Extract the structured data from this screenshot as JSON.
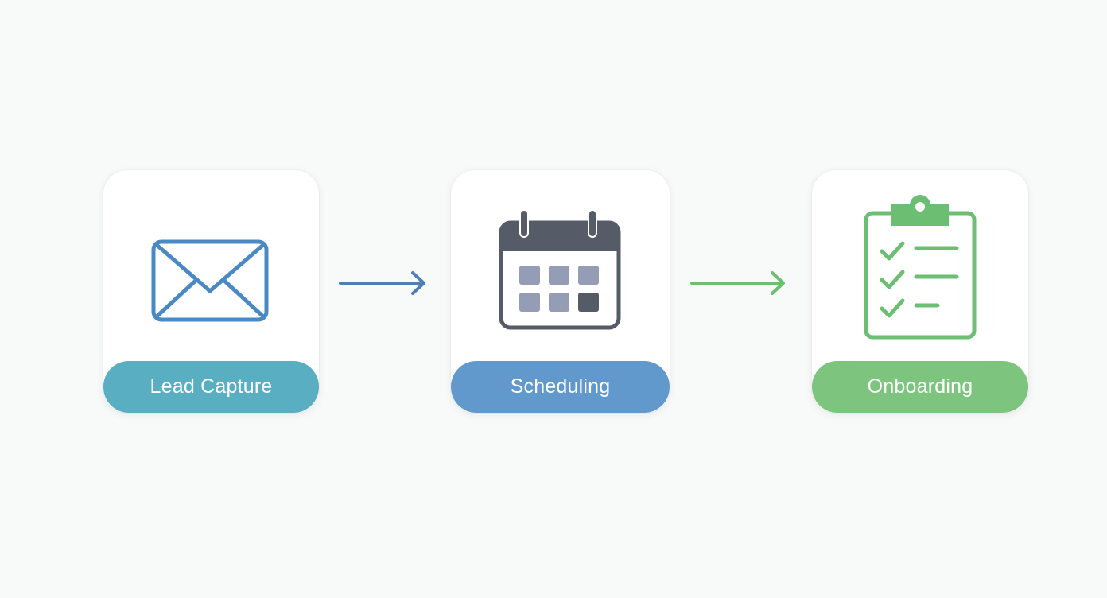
{
  "steps": [
    {
      "label": "Lead Capture",
      "icon": "envelope-icon",
      "color": "#5aaec2"
    },
    {
      "label": "Scheduling",
      "icon": "calendar-icon",
      "color": "#6199cd"
    },
    {
      "label": "Onboarding",
      "icon": "clipboard-checklist-icon",
      "color": "#7dc57f"
    }
  ],
  "colors": {
    "background": "#f8f9f9",
    "envelope": "#4a89c4",
    "calendar_dark": "#555c67",
    "calendar_cell": "#959cb6",
    "clipboard": "#6cbe72",
    "arrow_1": "#4f7fb7",
    "arrow_2": "#6cbe72"
  }
}
